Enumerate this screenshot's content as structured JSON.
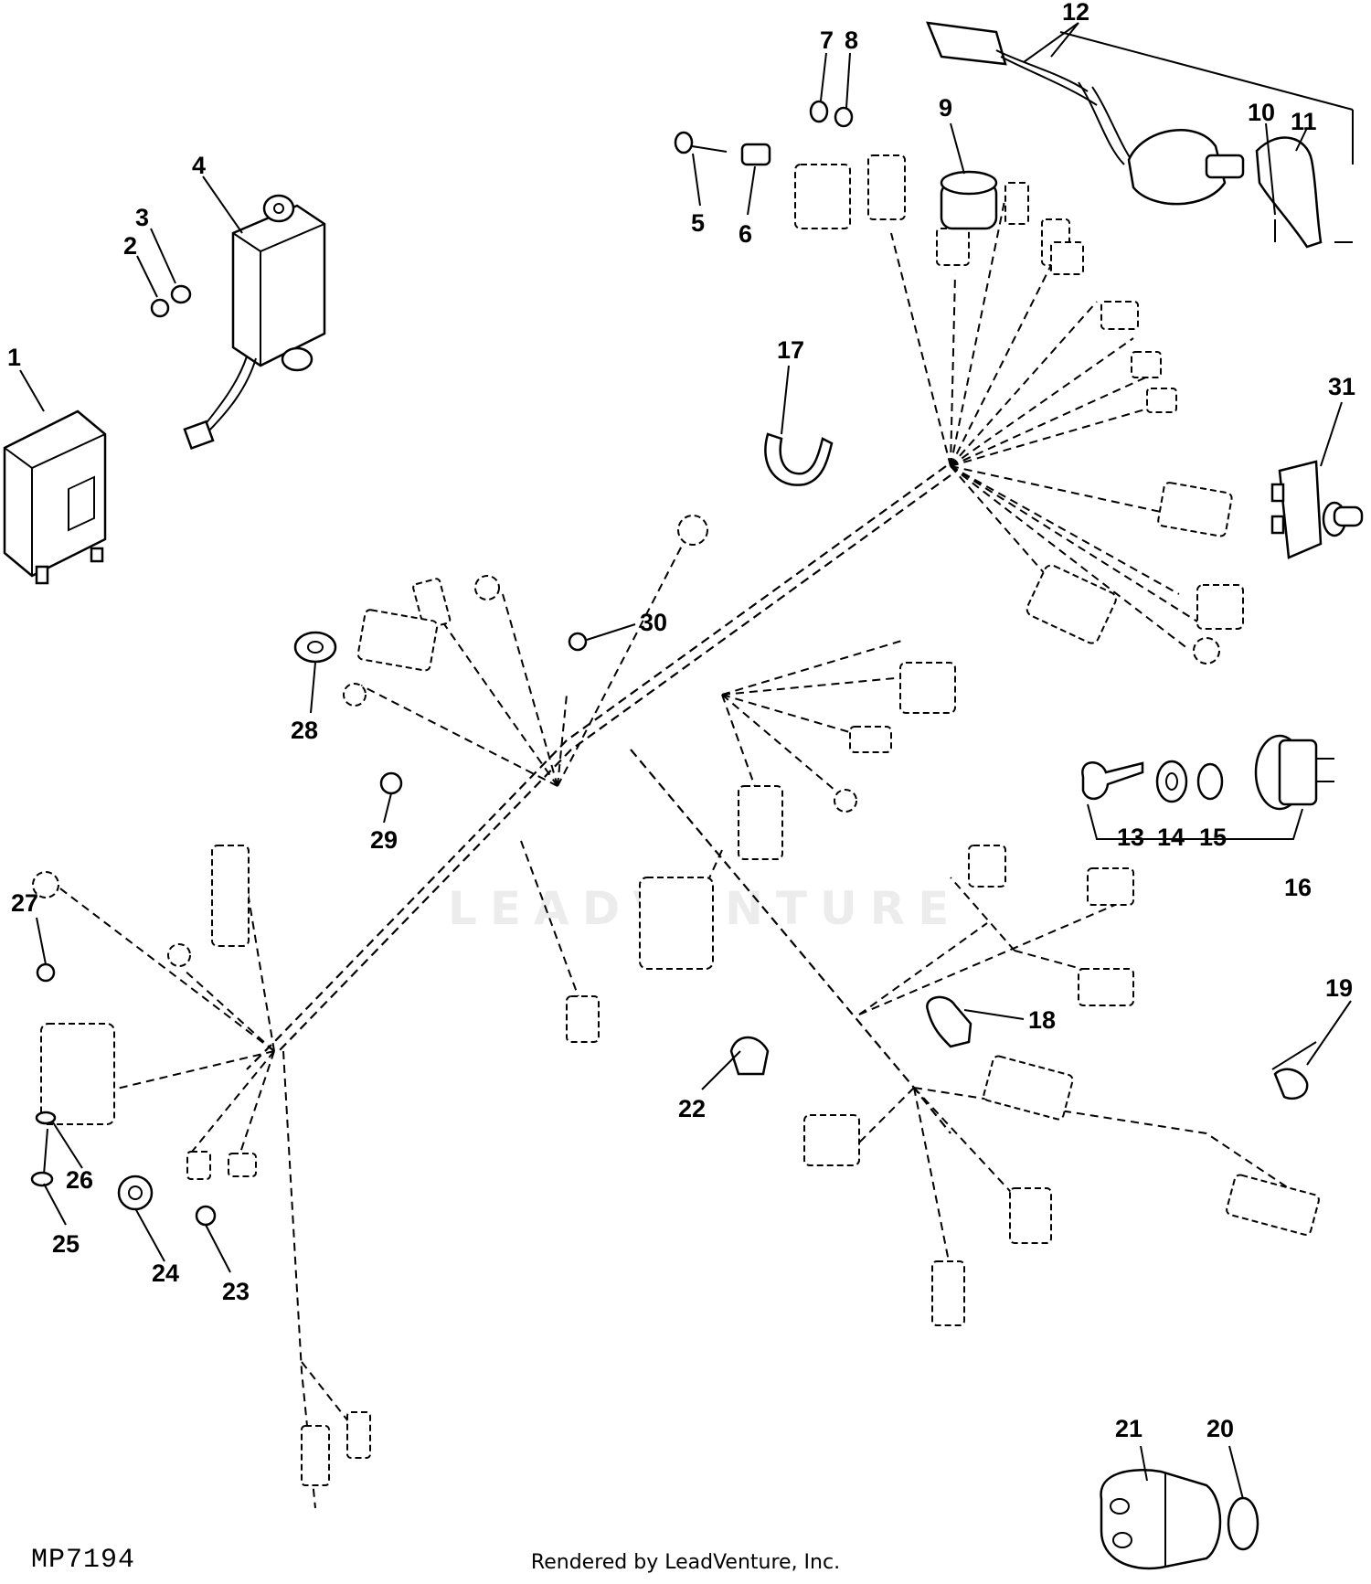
{
  "diagram": {
    "callouts": [
      "1",
      "2",
      "3",
      "4",
      "5",
      "6",
      "7",
      "8",
      "9",
      "10",
      "11",
      "12",
      "13",
      "14",
      "15",
      "16",
      "17",
      "18",
      "19",
      "20",
      "21",
      "22",
      "23",
      "24",
      "25",
      "26",
      "27",
      "28",
      "29",
      "30",
      "31"
    ],
    "drawing_id": "MP7194",
    "credit": "Rendered by LeadVenture, Inc.",
    "watermark": "LEADVENTURE"
  }
}
